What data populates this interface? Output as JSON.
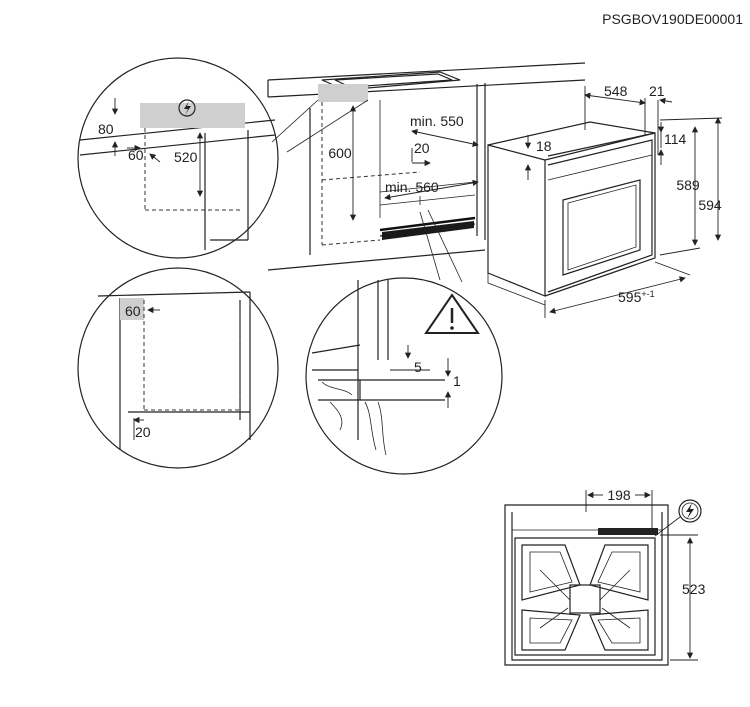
{
  "document_code": "PSGBOV190DE00001",
  "dimensions": {
    "d548": "548",
    "d21": "21",
    "d114": "114",
    "d18": "18",
    "d589": "589",
    "d594": "594",
    "d595": "595",
    "d595_tol": "+-1",
    "min550": "min. 550",
    "min560": "min. 560",
    "d600": "600",
    "d20_cab": "20",
    "d80": "80",
    "d60_top": "60",
    "d520": "520",
    "d60_side": "60",
    "d20_side": "20",
    "d5": "5",
    "d1": "1",
    "d198": "198",
    "d523": "523"
  },
  "icons": [
    "electric-connection-icon",
    "warning-triangle-icon"
  ]
}
